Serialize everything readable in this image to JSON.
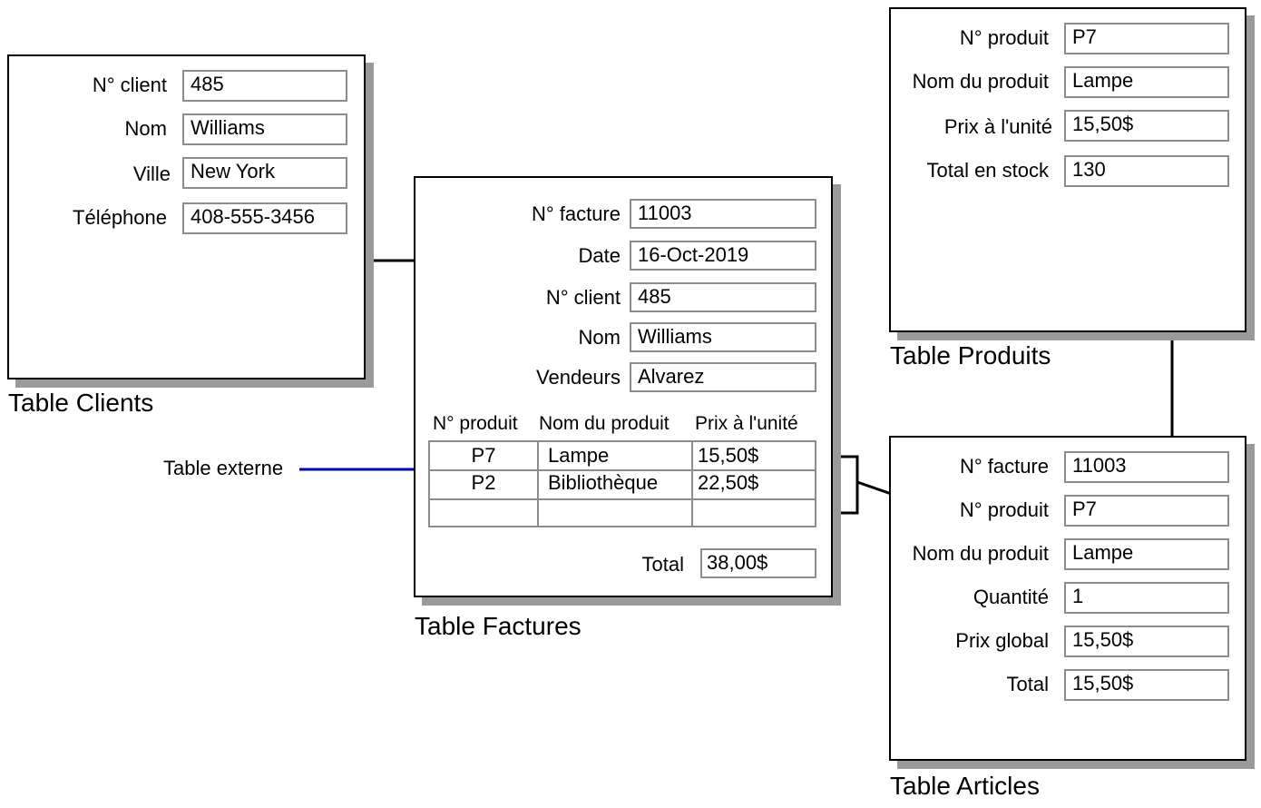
{
  "clients": {
    "caption": "Table Clients",
    "fields": [
      {
        "label": "N° client",
        "value": "485"
      },
      {
        "label": "Nom",
        "value": "Williams"
      },
      {
        "label": "Ville",
        "value": "New York"
      },
      {
        "label": "Téléphone",
        "value": "408-555-3456"
      }
    ]
  },
  "factures": {
    "caption": "Table Factures",
    "fields": [
      {
        "label": "N° facture",
        "value": "11003"
      },
      {
        "label": "Date",
        "value": "16-Oct-2019"
      },
      {
        "label": "N° client",
        "value": "485"
      },
      {
        "label": "Nom",
        "value": "Williams"
      },
      {
        "label": "Vendeurs",
        "value": "Alvarez"
      }
    ],
    "grid_headers": [
      "N° produit",
      "Nom du produit",
      "Prix à l'unité"
    ],
    "grid_rows": [
      [
        "P7",
        "Lampe",
        "15,50$"
      ],
      [
        "P2",
        "Bibliothèque",
        "22,50$"
      ],
      [
        "",
        "",
        ""
      ]
    ],
    "total_label": "Total",
    "total_value": "38,00$"
  },
  "produits": {
    "caption": "Table Produits",
    "fields": [
      {
        "label": "N° produit",
        "value": "P7"
      },
      {
        "label": "Nom du produit",
        "value": "Lampe"
      },
      {
        "label": "Prix à l'unité",
        "value": "15,50$"
      },
      {
        "label": "Total en stock",
        "value": "130"
      }
    ]
  },
  "articles": {
    "caption": "Table Articles",
    "fields": [
      {
        "label": "N° facture",
        "value": "11003"
      },
      {
        "label": "N° produit",
        "value": "P7"
      },
      {
        "label": "Nom du produit",
        "value": "Lampe"
      },
      {
        "label": "Quantité",
        "value": "1"
      },
      {
        "label": "Prix global",
        "value": "15,50$"
      },
      {
        "label": "Total",
        "value": "15,50$"
      }
    ]
  },
  "external_label": "Table externe",
  "colors": {
    "link_line": "#000000",
    "external_line": "#0000cc",
    "shadow": "#9a9a9a",
    "field_border": "#8c8c8c"
  }
}
